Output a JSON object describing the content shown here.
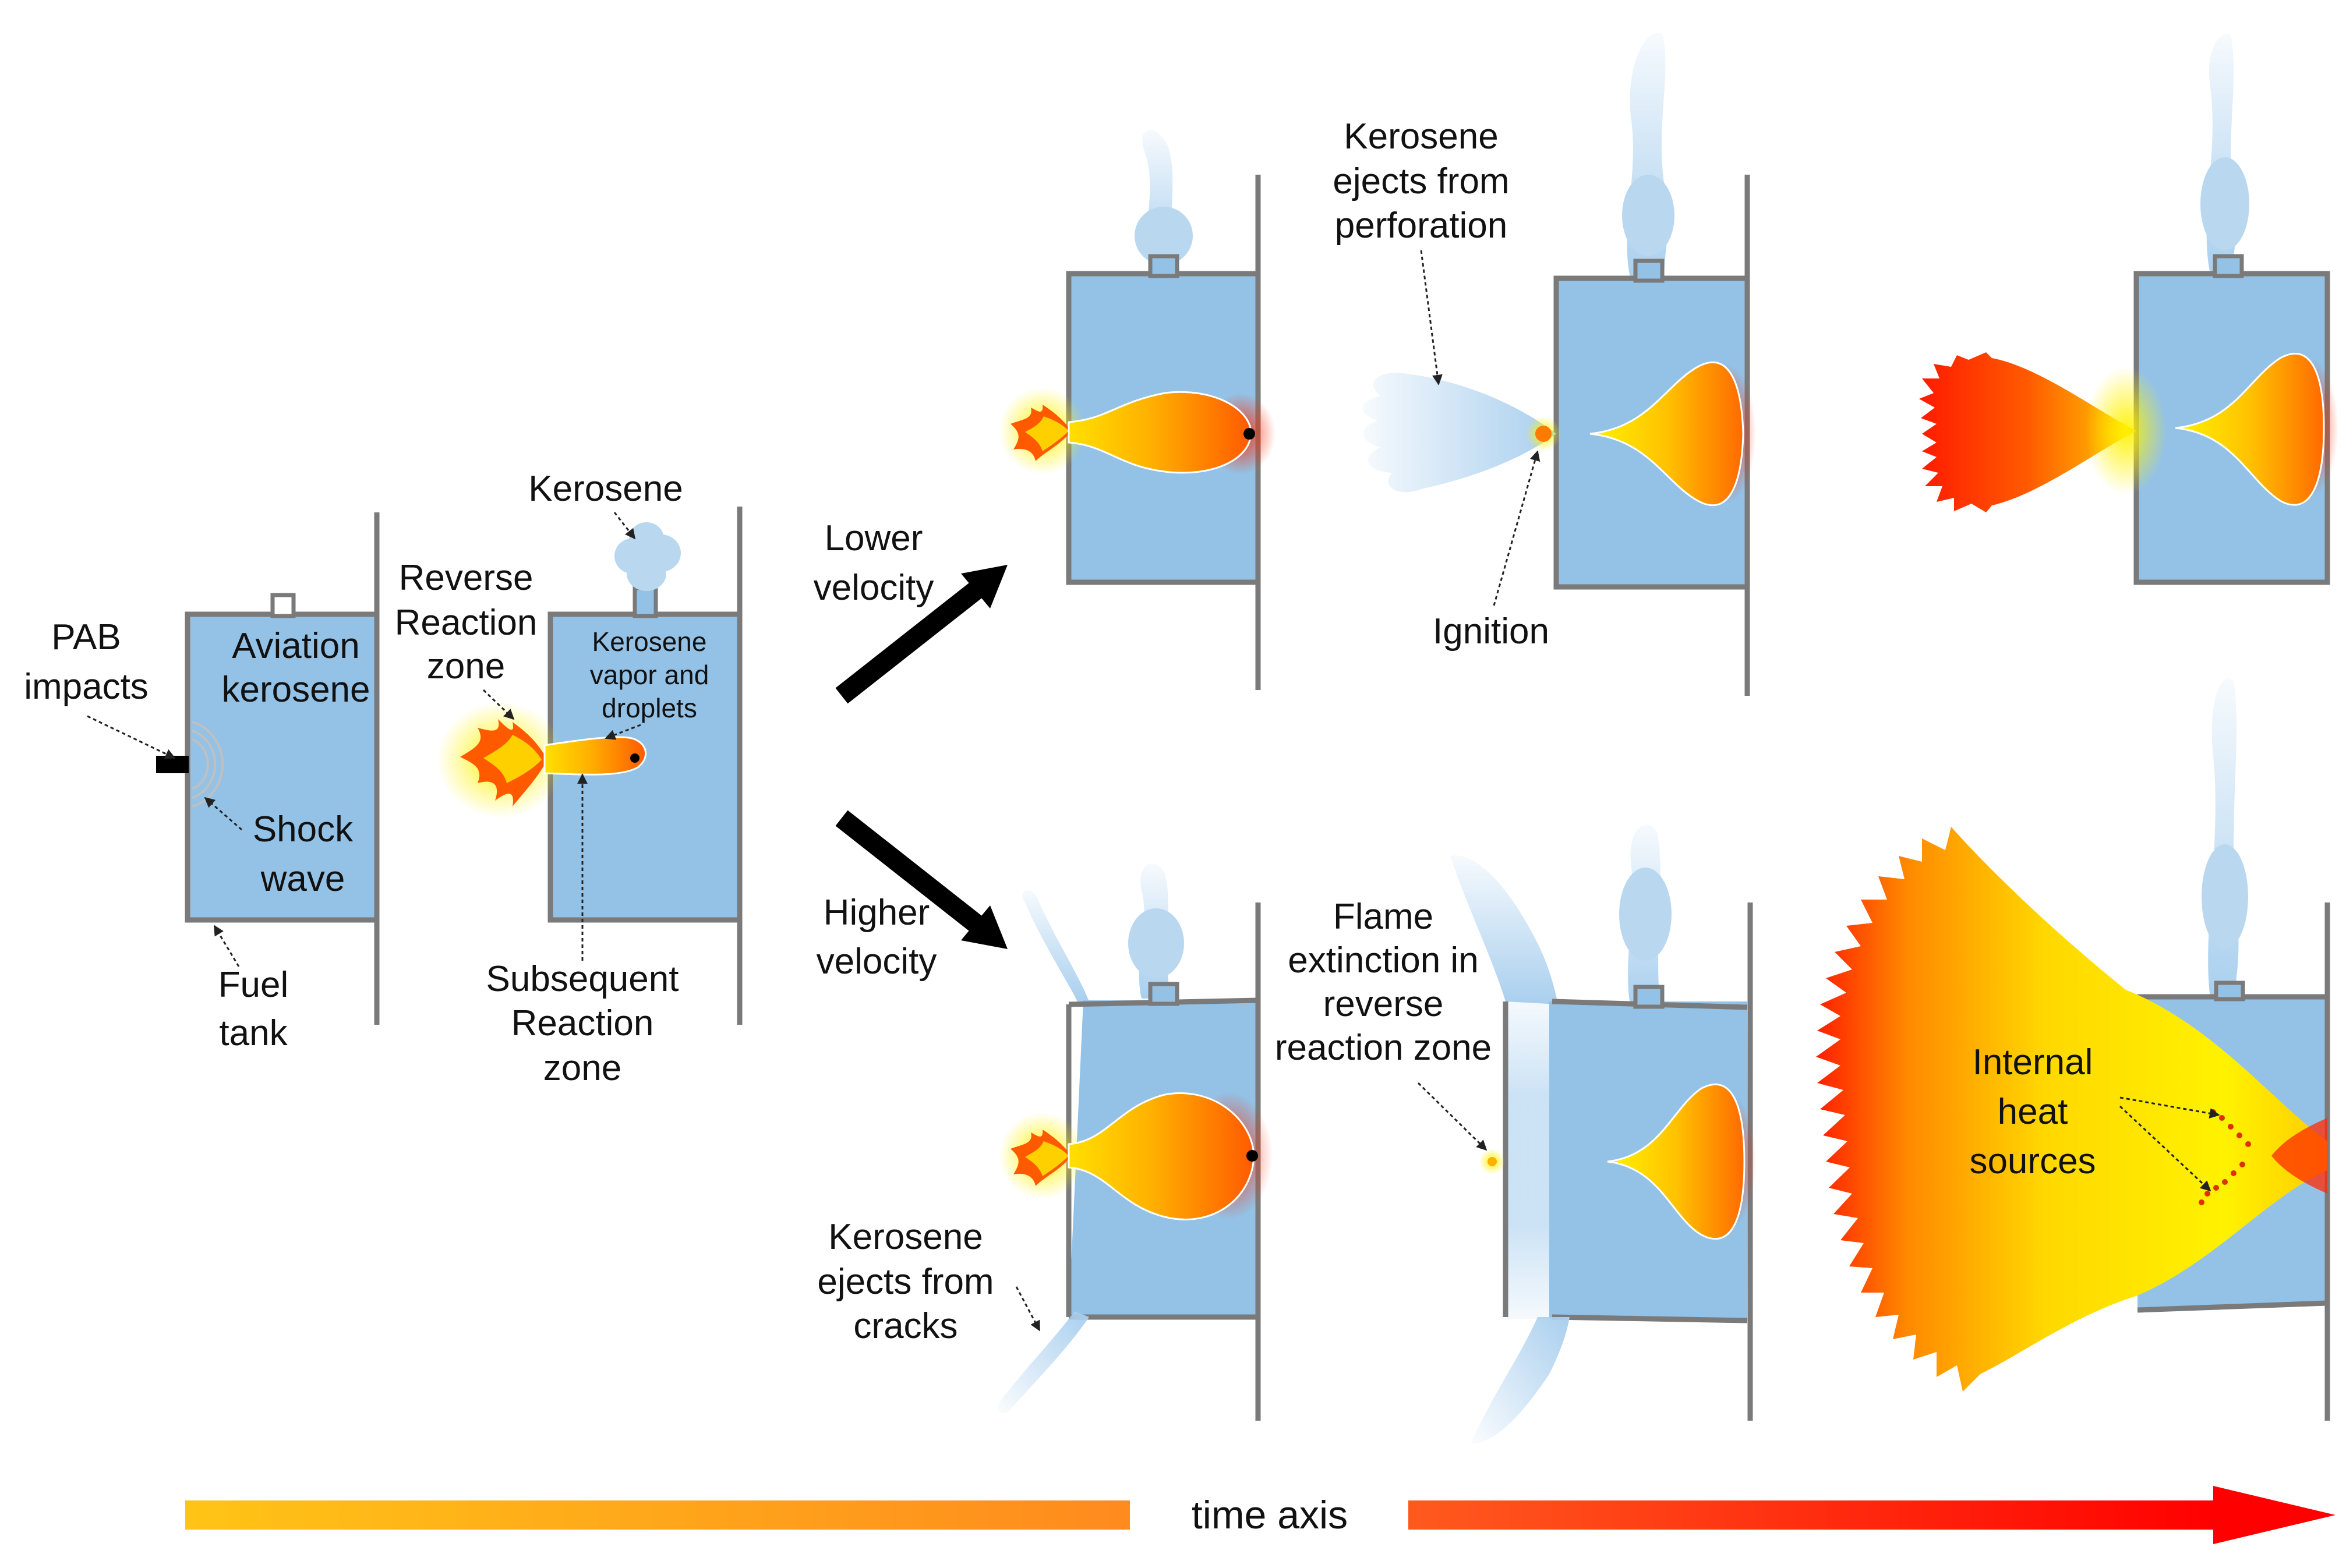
{
  "labels": {
    "pab_line1": "PAB",
    "pab_line2": "impacts",
    "aviation_line1": "Aviation",
    "aviation_line2": "kerosene",
    "shock_line1": "Shock",
    "shock_line2": "wave",
    "fuel_line1": "Fuel",
    "fuel_line2": "tank",
    "kerosene_top": "Kerosene",
    "reverse_line1": "Reverse",
    "reverse_line2": "Reaction",
    "reverse_line3": "zone",
    "vapor_line1": "Kerosene",
    "vapor_line2": "vapor and",
    "vapor_line3": "droplets",
    "subsequent_line1": "Subsequent",
    "subsequent_line2": "Reaction",
    "subsequent_line3": "zone",
    "lower_line1": "Lower",
    "lower_line2": "velocity",
    "higher_line1": "Higher",
    "higher_line2": "velocity",
    "ejects_perf_line1": "Kerosene",
    "ejects_perf_line2": "ejects from",
    "ejects_perf_line3": "perforation",
    "ignition": "Ignition",
    "flame_ext_line1": "Flame",
    "flame_ext_line2": "extinction in",
    "flame_ext_line3": "reverse",
    "flame_ext_line4": "reaction zone",
    "ejects_cracks_line1": "Kerosene",
    "ejects_cracks_line2": "ejects from",
    "ejects_cracks_line3": "cracks",
    "internal_line1": "Internal",
    "internal_line2": "heat",
    "internal_line3": "sources",
    "time_axis": "time axis"
  },
  "colors": {
    "tank_fill": "#93c2e6",
    "wall": "#7a7a7a",
    "vapor": "#b9d8ef",
    "flame_red": "#ef1c1c",
    "flame_orange": "#f7931e",
    "flame_yellow": "#fff200",
    "arrow_black": "#000000"
  }
}
